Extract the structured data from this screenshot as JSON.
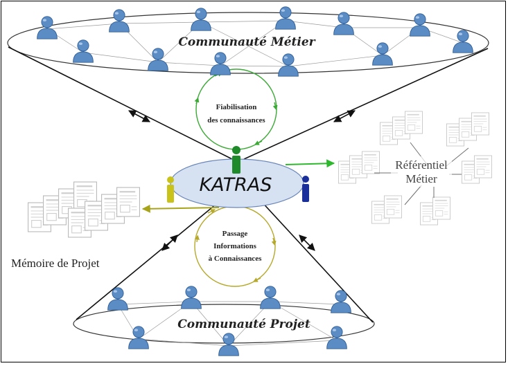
{
  "center": {
    "label": "KATRAS"
  },
  "top_community": {
    "label": "Communauté Métier"
  },
  "bottom_community": {
    "label": "Communauté Projet"
  },
  "top_cycle": {
    "line1": "Fiabilisation",
    "line2": "des connaissances"
  },
  "bottom_cycle": {
    "line1": "Passage",
    "line2": "Informations",
    "line3": "à Connaissances"
  },
  "referentiel": {
    "line1": "Référentiel",
    "line2": "Métier"
  },
  "memoire": {
    "label": "Mémoire de Projet"
  },
  "colors": {
    "person": "#5b8cc4",
    "person_dark": "#2f5f99",
    "katras_fill": "#d6e2f2",
    "top_cycle": "#3aaa35",
    "bottom_cycle": "#b5a82a",
    "arrow_green": "#2eb82e",
    "arrow_olive": "#a7a41c",
    "green_person": "#1e8a2a",
    "yellow_person": "#c8c21a",
    "blue_person": "#1a2f9a"
  },
  "icons": [
    "user-icon",
    "document-icon",
    "double-arrow-icon"
  ]
}
